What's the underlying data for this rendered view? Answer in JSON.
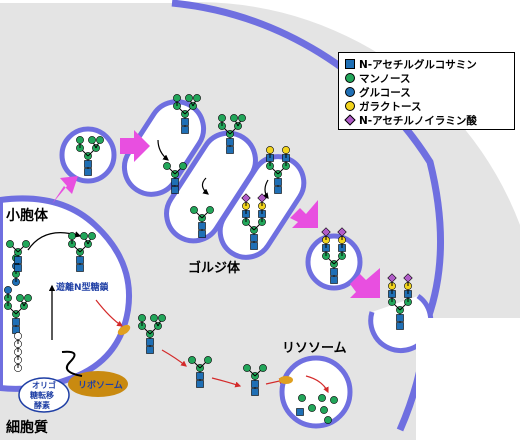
{
  "legend": {
    "items": [
      {
        "shape": "square",
        "color": "#1f6fb5",
        "label": "N-アセチルグルコサミン"
      },
      {
        "shape": "circle",
        "color": "#22a65a",
        "label": "マンノース"
      },
      {
        "shape": "circle",
        "color": "#1f6fb5",
        "label": "グルコース"
      },
      {
        "shape": "circle",
        "color": "#f2d41d",
        "label": "ガラクトース"
      },
      {
        "shape": "diamond",
        "color": "#b05cc8",
        "label": "N-アセチルノイラミン酸"
      }
    ]
  },
  "labels": {
    "er": "小胞体",
    "cytoplasm": "細胞質",
    "golgi": "ゴルジ体",
    "lysosome": "リソソーム",
    "free_glycan": "遊離N型糖鎖",
    "ribosome": "リボソーム",
    "ost": [
      "オリゴ",
      "糖転移",
      "酵素"
    ]
  },
  "colors": {
    "cell_fill": "#e4e4e4",
    "membrane": "#6f6fe0",
    "arrow_magenta": "#e84fe0",
    "arrow_red": "#d42a2a",
    "ribosome": "#c98a10",
    "translocon": "#e0a020"
  }
}
